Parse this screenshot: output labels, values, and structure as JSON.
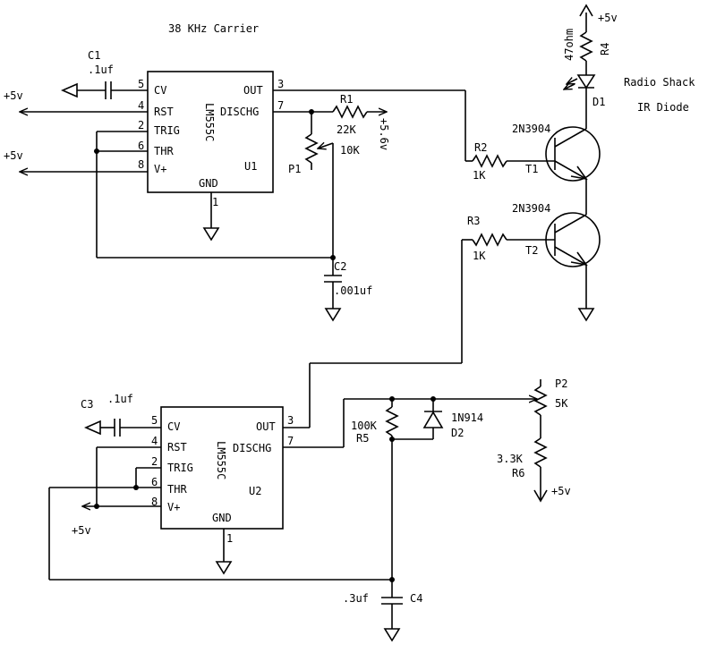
{
  "title": "38 KHz Carrier",
  "u1": {
    "ref": "U1",
    "part": "LM555C",
    "pins": {
      "cv": {
        "num": "5",
        "name": "CV"
      },
      "rst": {
        "num": "4",
        "name": "RST"
      },
      "trig": {
        "num": "2",
        "name": "TRIG"
      },
      "thr": {
        "num": "6",
        "name": "THR"
      },
      "vplus": {
        "num": "8",
        "name": "V+"
      },
      "out": {
        "num": "3",
        "name": "OUT"
      },
      "disch": {
        "num": "7",
        "name": "DISCHG"
      },
      "gnd": {
        "num": "1",
        "name": "GND"
      }
    }
  },
  "u2": {
    "ref": "U2",
    "part": "LM555C",
    "pins": {
      "cv": {
        "num": "5",
        "name": "CV"
      },
      "rst": {
        "num": "4",
        "name": "RST"
      },
      "trig": {
        "num": "2",
        "name": "TRIG"
      },
      "thr": {
        "num": "6",
        "name": "THR"
      },
      "vplus": {
        "num": "8",
        "name": "V+"
      },
      "out": {
        "num": "3",
        "name": "OUT"
      },
      "disch": {
        "num": "7",
        "name": "DISCHG"
      },
      "gnd": {
        "num": "1",
        "name": "GND"
      }
    }
  },
  "components": {
    "c1": {
      "ref": "C1",
      "value": ".1uf"
    },
    "c2": {
      "ref": "C2",
      "value": ".001uf"
    },
    "c3": {
      "ref": "C3",
      "value": ".1uf"
    },
    "c4": {
      "ref": "C4",
      "value": ".3uf"
    },
    "r1": {
      "ref": "R1",
      "value": "22K"
    },
    "p1": {
      "ref": "P1",
      "value": "10K"
    },
    "r2": {
      "ref": "R2",
      "value": "1K"
    },
    "r3": {
      "ref": "R3",
      "value": "1K"
    },
    "r4": {
      "ref": "R4",
      "value": "47ohm"
    },
    "r5": {
      "ref": "R5",
      "value": "100K"
    },
    "r6": {
      "ref": "R6",
      "value": "3.3K"
    },
    "p2": {
      "ref": "P2",
      "value": "5K"
    },
    "d1": {
      "ref": "D1",
      "note_line1": "Radio Shack",
      "note_line2": "IR Diode"
    },
    "d2": {
      "ref": "D2",
      "value": "1N914"
    },
    "t1": {
      "ref": "T1",
      "part": "2N3904"
    },
    "t2": {
      "ref": "T2",
      "part": "2N3904"
    }
  },
  "rails": {
    "vcc": "+5v",
    "v56": "+5.6v"
  }
}
